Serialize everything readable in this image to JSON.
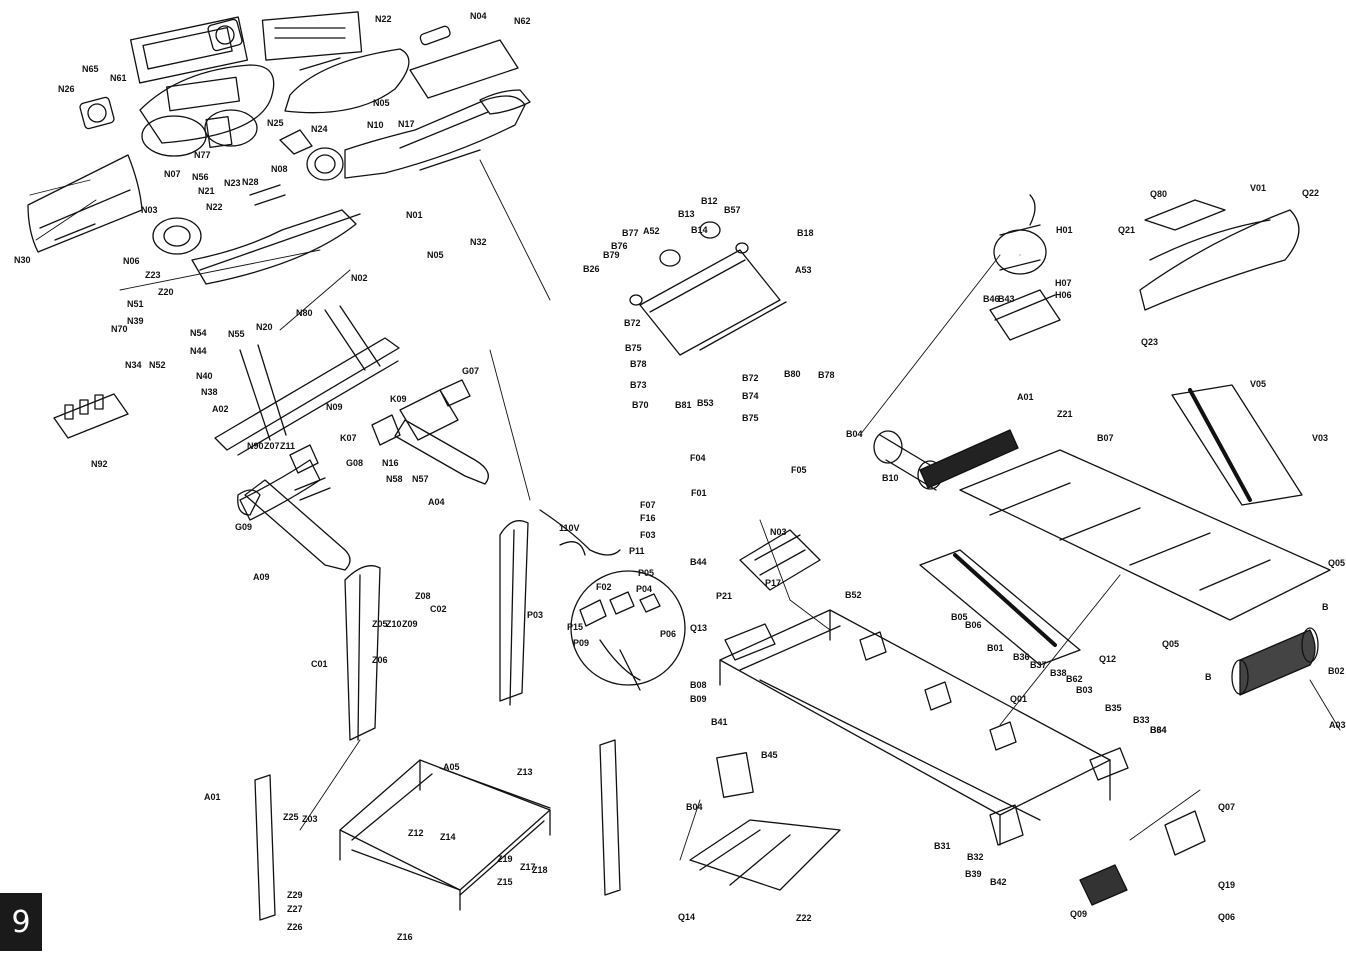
{
  "page_number": "9",
  "labels": [
    {
      "id": "n22",
      "text": "N22"
    },
    {
      "id": "n04",
      "text": "N04"
    },
    {
      "id": "n62",
      "text": "N62"
    },
    {
      "id": "n65",
      "text": "N65"
    },
    {
      "id": "n61",
      "text": "N61"
    },
    {
      "id": "n26",
      "text": "N26"
    },
    {
      "id": "n05",
      "text": "N05"
    },
    {
      "id": "n10",
      "text": "N10"
    },
    {
      "id": "n17",
      "text": "N17"
    },
    {
      "id": "n25",
      "text": "N25"
    },
    {
      "id": "n24",
      "text": "N24"
    },
    {
      "id": "n77",
      "text": "N77"
    },
    {
      "id": "n56",
      "text": "N56"
    },
    {
      "id": "n21",
      "text": "N21"
    },
    {
      "id": "n23",
      "text": "N23"
    },
    {
      "id": "n22b",
      "text": "N22"
    },
    {
      "id": "n07",
      "text": "N07"
    },
    {
      "id": "n08",
      "text": "N08"
    },
    {
      "id": "n03",
      "text": "N03"
    },
    {
      "id": "n01",
      "text": "N01"
    },
    {
      "id": "n32",
      "text": "N32"
    },
    {
      "id": "n28",
      "text": "N28"
    },
    {
      "id": "n05b",
      "text": "N05"
    },
    {
      "id": "n06",
      "text": "N06"
    },
    {
      "id": "n30",
      "text": "N30"
    },
    {
      "id": "z23",
      "text": "Z23"
    },
    {
      "id": "z20",
      "text": "Z20"
    },
    {
      "id": "n02",
      "text": "N02"
    },
    {
      "id": "n20",
      "text": "N20"
    },
    {
      "id": "n80",
      "text": "N80"
    },
    {
      "id": "n51",
      "text": "N51"
    },
    {
      "id": "n39",
      "text": "N39"
    },
    {
      "id": "n70",
      "text": "N70"
    },
    {
      "id": "n34",
      "text": "N34"
    },
    {
      "id": "n54",
      "text": "N54"
    },
    {
      "id": "n44",
      "text": "N44"
    },
    {
      "id": "n40",
      "text": "N40"
    },
    {
      "id": "n52",
      "text": "N52"
    },
    {
      "id": "n38",
      "text": "N38"
    },
    {
      "id": "n09",
      "text": "N09"
    },
    {
      "id": "a02",
      "text": "A02"
    },
    {
      "id": "n55",
      "text": "N55"
    },
    {
      "id": "n92",
      "text": "N92"
    },
    {
      "id": "k09",
      "text": "K09"
    },
    {
      "id": "k07",
      "text": "K07"
    },
    {
      "id": "g08",
      "text": "G08"
    },
    {
      "id": "n16",
      "text": "N16"
    },
    {
      "id": "g07",
      "text": "G07"
    },
    {
      "id": "n57",
      "text": "N57"
    },
    {
      "id": "n58",
      "text": "N58"
    },
    {
      "id": "a04",
      "text": "A04"
    },
    {
      "id": "a09",
      "text": "A09"
    },
    {
      "id": "g09",
      "text": "G09"
    },
    {
      "id": "z11",
      "text": "Z11"
    },
    {
      "id": "z07",
      "text": "Z07"
    },
    {
      "id": "n90",
      "text": "N90"
    },
    {
      "id": "b77",
      "text": "B77"
    },
    {
      "id": "a52",
      "text": "A52"
    },
    {
      "id": "b13",
      "text": "B13"
    },
    {
      "id": "b12",
      "text": "B12"
    },
    {
      "id": "b57",
      "text": "B57"
    },
    {
      "id": "b18",
      "text": "B18"
    },
    {
      "id": "b76",
      "text": "B76"
    },
    {
      "id": "b14",
      "text": "B14"
    },
    {
      "id": "b79",
      "text": "B79"
    },
    {
      "id": "b26",
      "text": "B26"
    },
    {
      "id": "a53",
      "text": "A53"
    },
    {
      "id": "b72",
      "text": "B72"
    },
    {
      "id": "b75",
      "text": "B75"
    },
    {
      "id": "b78",
      "text": "B78"
    },
    {
      "id": "b73",
      "text": "B73"
    },
    {
      "id": "b70",
      "text": "B70"
    },
    {
      "id": "b81",
      "text": "B81"
    },
    {
      "id": "b53",
      "text": "B53"
    },
    {
      "id": "b74",
      "text": "B74"
    },
    {
      "id": "b72b",
      "text": "B72"
    },
    {
      "id": "b80",
      "text": "B80"
    },
    {
      "id": "b75b",
      "text": "B75"
    },
    {
      "id": "b78b",
      "text": "B78"
    },
    {
      "id": "h01",
      "text": "H01"
    },
    {
      "id": "h07",
      "text": "H07"
    },
    {
      "id": "h06",
      "text": "H06"
    },
    {
      "id": "b46",
      "text": "B46"
    },
    {
      "id": "b43",
      "text": "B43"
    },
    {
      "id": "q80",
      "text": "Q80"
    },
    {
      "id": "v01",
      "text": "V01"
    },
    {
      "id": "q21",
      "text": "Q21"
    },
    {
      "id": "q22",
      "text": "Q22"
    },
    {
      "id": "q23",
      "text": "Q23"
    },
    {
      "id": "v05",
      "text": "V05"
    },
    {
      "id": "v03",
      "text": "V03"
    },
    {
      "id": "b07",
      "text": "B07"
    },
    {
      "id": "z21",
      "text": "Z21"
    },
    {
      "id": "q05",
      "text": "Q05"
    },
    {
      "id": "b04",
      "text": "B04"
    },
    {
      "id": "b10",
      "text": "B10"
    },
    {
      "id": "a01",
      "text": "A01"
    },
    {
      "id": "f04",
      "text": "F04"
    },
    {
      "id": "f05",
      "text": "F05"
    },
    {
      "id": "f01",
      "text": "F01"
    },
    {
      "id": "f07",
      "text": "F07"
    },
    {
      "id": "f16",
      "text": "F16"
    },
    {
      "id": "f03",
      "text": "F03"
    },
    {
      "id": "v110",
      "text": "110V"
    },
    {
      "id": "p11",
      "text": "P11"
    },
    {
      "id": "f02",
      "text": "F02"
    },
    {
      "id": "p03",
      "text": "P03"
    },
    {
      "id": "p04",
      "text": "P04"
    },
    {
      "id": "p05",
      "text": "P05"
    },
    {
      "id": "p15",
      "text": "P15"
    },
    {
      "id": "p09",
      "text": "P09"
    },
    {
      "id": "p06",
      "text": "P06"
    },
    {
      "id": "p17",
      "text": "P17"
    },
    {
      "id": "p21",
      "text": "P21"
    },
    {
      "id": "b44",
      "text": "B44"
    },
    {
      "id": "q13",
      "text": "Q13"
    },
    {
      "id": "b08",
      "text": "B08"
    },
    {
      "id": "b09",
      "text": "B09"
    },
    {
      "id": "q05b",
      "text": "Q05"
    },
    {
      "id": "q12",
      "text": "Q12"
    },
    {
      "id": "b03",
      "text": "B03"
    },
    {
      "id": "a03",
      "text": "A03"
    },
    {
      "id": "b05",
      "text": "B05"
    },
    {
      "id": "b06",
      "text": "B06"
    },
    {
      "id": "b45",
      "text": "B45"
    },
    {
      "id": "b64",
      "text": "B64"
    },
    {
      "id": "q07",
      "text": "Q07"
    },
    {
      "id": "q06",
      "text": "Q06"
    },
    {
      "id": "q19",
      "text": "Q19"
    },
    {
      "id": "b02",
      "text": "B02"
    },
    {
      "id": "q14",
      "text": "Q14"
    },
    {
      "id": "b04b",
      "text": "B04"
    },
    {
      "id": "z22",
      "text": "Z22"
    },
    {
      "id": "c01",
      "text": "C01"
    },
    {
      "id": "c02",
      "text": "C02"
    },
    {
      "id": "z08",
      "text": "Z08"
    },
    {
      "id": "z05",
      "text": "Z05"
    },
    {
      "id": "z09",
      "text": "Z09"
    },
    {
      "id": "z10",
      "text": "Z10"
    },
    {
      "id": "z06",
      "text": "Z06"
    },
    {
      "id": "a01b",
      "text": "A01"
    },
    {
      "id": "a05",
      "text": "A05"
    },
    {
      "id": "z25",
      "text": "Z25"
    },
    {
      "id": "z03",
      "text": "Z03"
    },
    {
      "id": "z29",
      "text": "Z29"
    },
    {
      "id": "z27",
      "text": "Z27"
    },
    {
      "id": "z26",
      "text": "Z26"
    },
    {
      "id": "z16",
      "text": "Z16"
    },
    {
      "id": "z13",
      "text": "Z13"
    },
    {
      "id": "z12",
      "text": "Z12"
    },
    {
      "id": "z14",
      "text": "Z14"
    },
    {
      "id": "z15",
      "text": "Z15"
    },
    {
      "id": "z17",
      "text": "Z17"
    },
    {
      "id": "z19",
      "text": "Z19"
    },
    {
      "id": "z18",
      "text": "Z18"
    },
    {
      "id": "b41",
      "text": "B41"
    },
    {
      "id": "b42",
      "text": "B42"
    },
    {
      "id": "b31",
      "text": "B31"
    },
    {
      "id": "b32",
      "text": "B32"
    },
    {
      "id": "b39",
      "text": "B39"
    },
    {
      "id": "q09",
      "text": "Q09"
    },
    {
      "id": "q01",
      "text": "Q01"
    },
    {
      "id": "b36",
      "text": "B36"
    },
    {
      "id": "b37",
      "text": "B37"
    },
    {
      "id": "b38",
      "text": "B38"
    },
    {
      "id": "b35",
      "text": "B35"
    },
    {
      "id": "b33",
      "text": "B33"
    },
    {
      "id": "b34",
      "text": "B34"
    },
    {
      "id": "b01",
      "text": "B01"
    },
    {
      "id": "n03b",
      "text": "N03"
    },
    {
      "id": "b52",
      "text": "B52"
    },
    {
      "id": "b62",
      "text": "B62"
    },
    {
      "id": "b1",
      "text": "B"
    },
    {
      "id": "b2",
      "text": "B"
    }
  ]
}
